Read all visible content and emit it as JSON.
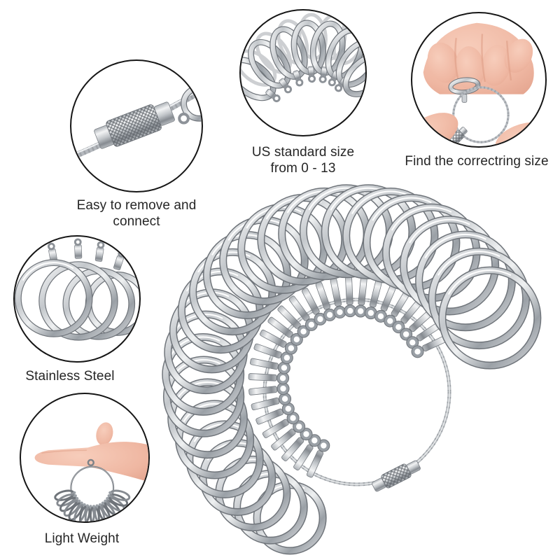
{
  "page": {
    "background": "#ffffff"
  },
  "product": {
    "name": "Stainless steel ring sizer gauge set",
    "ring_count": 27,
    "colors": {
      "metal_light": "#f4f5f6",
      "metal_mid": "#c3c7cb",
      "metal_dark": "#70757b",
      "metal_edge": "#5f646a",
      "skin": "#efb7a2",
      "circle_outline": "#161616",
      "text": "#262626",
      "background": "#ffffff"
    }
  },
  "callouts": [
    {
      "id": "easy-remove",
      "image": "screw-clasp-closeup",
      "lines": [
        "Easy to remove and",
        "connect"
      ]
    },
    {
      "id": "us-size",
      "image": "ring-row-closeup",
      "lines": [
        "US standard size",
        "from 0 - 13"
      ]
    },
    {
      "id": "find-size",
      "image": "hand-wearing-ring",
      "lines": [
        "Find the correctring size"
      ]
    },
    {
      "id": "stainless",
      "image": "rings-closeup",
      "lines": [
        "Stainless Steel"
      ]
    },
    {
      "id": "light-weight",
      "image": "hand-hanging-sizer",
      "lines": [
        "Light Weight"
      ]
    }
  ]
}
